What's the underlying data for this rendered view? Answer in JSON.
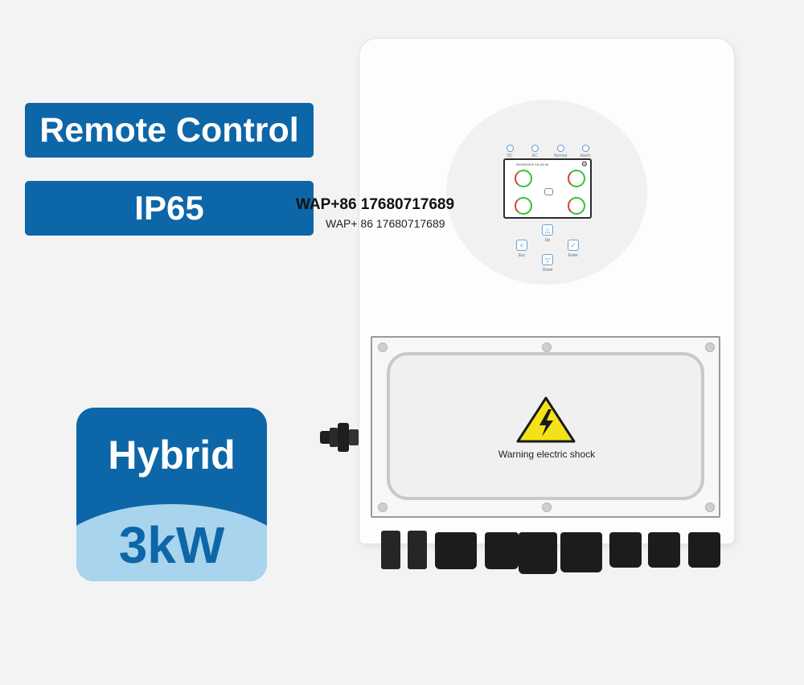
{
  "badges": {
    "remote_control": "Remote Control",
    "ip_rating": "IP65",
    "type": "Hybrid",
    "power": "3kW"
  },
  "watermark": {
    "primary": "WAP+86 17680717689",
    "secondary": "WAP+ 86 17680717689"
  },
  "inverter": {
    "indicators": [
      "DC",
      "AC",
      "Normal",
      "Alarm"
    ],
    "lcd_timestamp": "05/26/2019  15:34:40",
    "buttons": {
      "esc": "Esc",
      "up": "Up",
      "down": "Down",
      "enter": "Enter"
    },
    "warning_label": "Warning electric shock"
  },
  "colors": {
    "brand_blue": "#0d66a8",
    "light_blue": "#a9d4ee",
    "warning_yellow": "#f4e219"
  },
  "icons": [
    "gear-icon",
    "lightning-warning-icon",
    "triangle-up-icon",
    "triangle-down-icon",
    "arrow-left-icon",
    "check-icon"
  ]
}
